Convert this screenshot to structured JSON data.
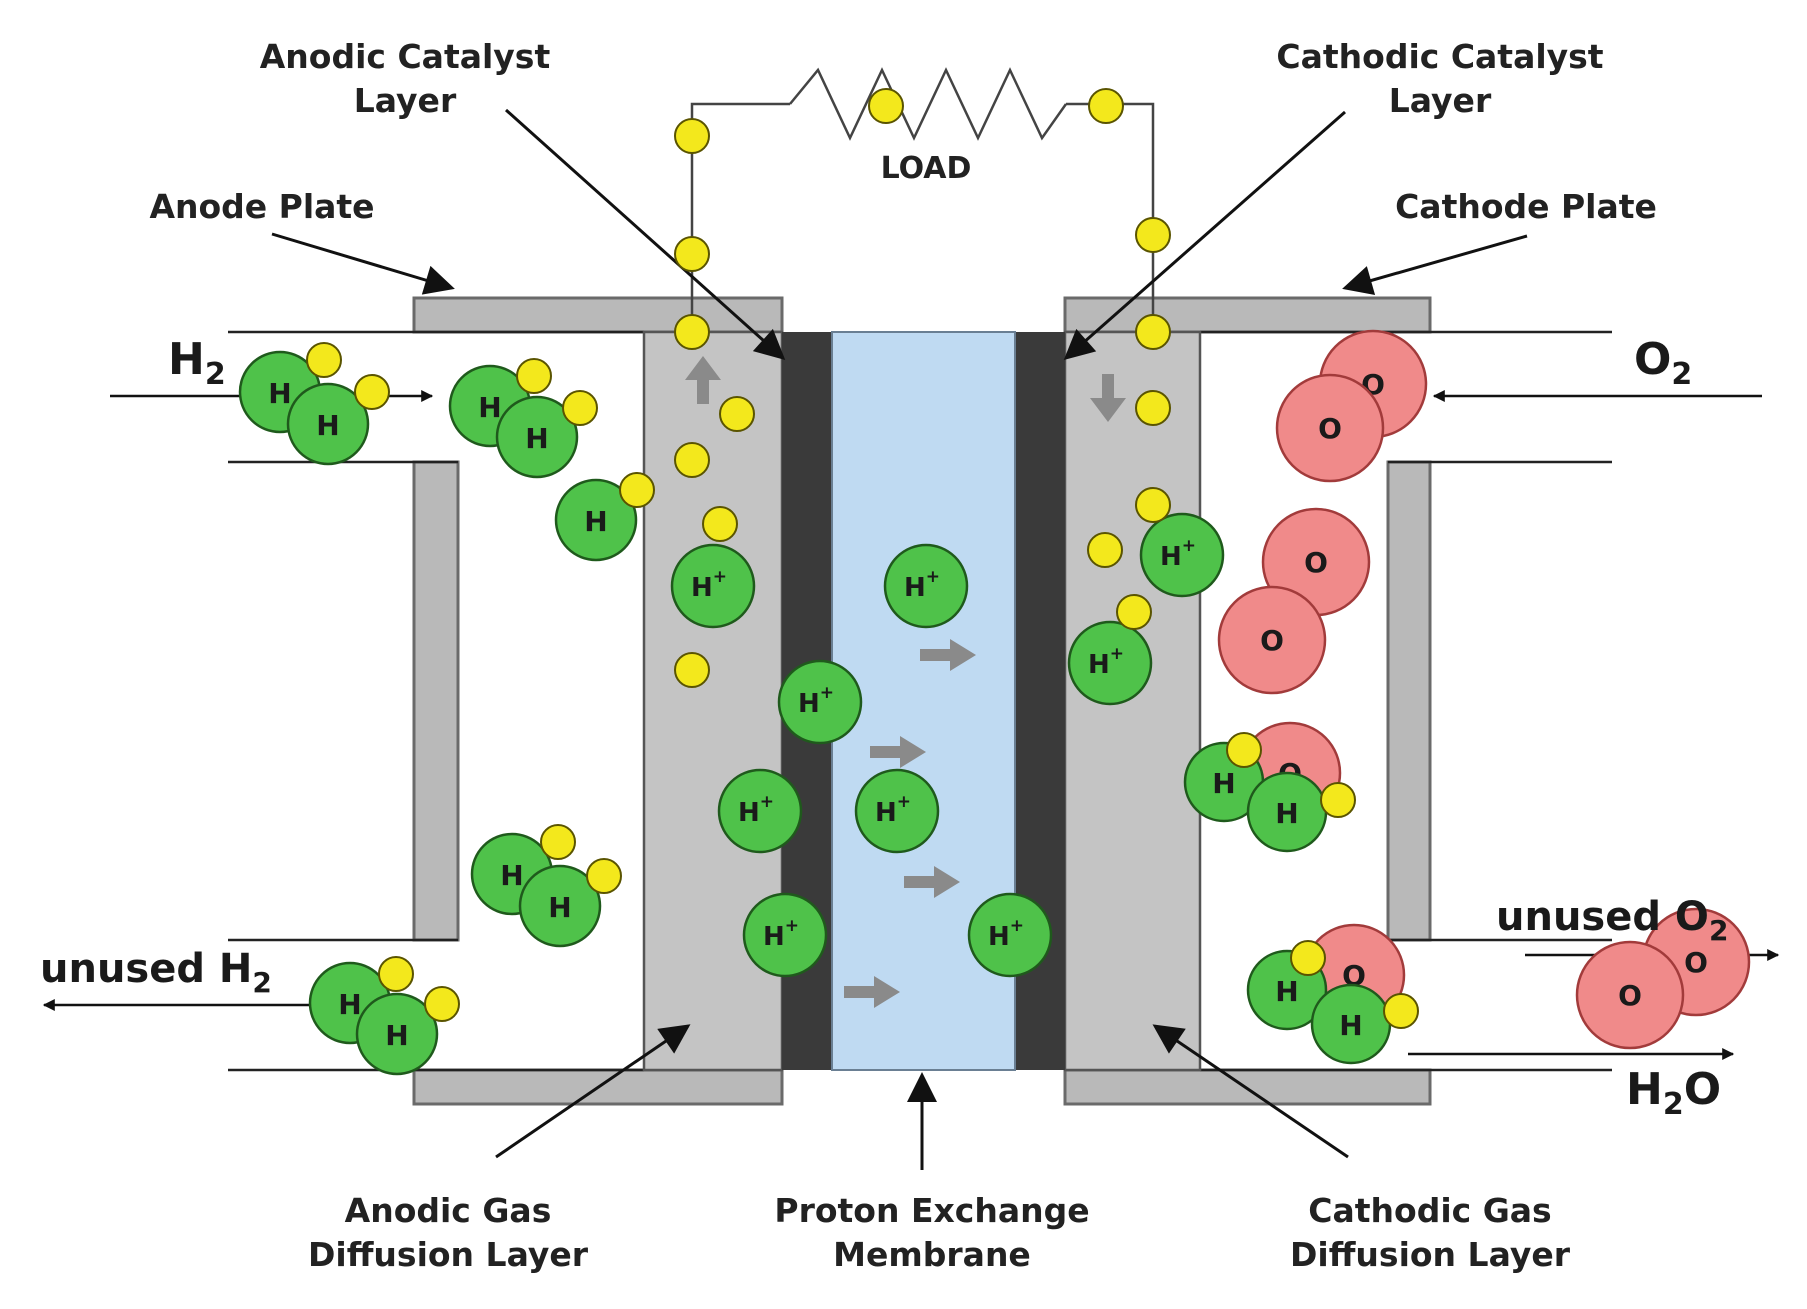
{
  "labels": {
    "anodic_catalyst_1": "Anodic Catalyst",
    "anodic_catalyst_2": "Layer",
    "cathodic_catalyst_1": "Cathodic Catalyst",
    "cathodic_catalyst_2": "Layer",
    "load": "LOAD",
    "anode_plate": "Anode Plate",
    "cathode_plate": "Cathode Plate",
    "anodic_gas_1": "Anodic Gas",
    "anodic_gas_2": "Diffusion Layer",
    "pem_1": "Proton Exchange",
    "pem_2": "Membrane",
    "cathodic_gas_1": "Cathodic Gas",
    "cathodic_gas_2": "Diffusion Layer"
  },
  "flows": {
    "h2_in": "H",
    "h2_in_sub": "2",
    "o2_in": "O",
    "o2_in_sub": "2",
    "unused_h2": "unused H",
    "unused_h2_sub": "2",
    "unused_o2": "unused O",
    "unused_o2_sub": "2",
    "h2o_a": "H",
    "h2o_sub": "2",
    "h2o_b": "O"
  },
  "atoms": {
    "hydrogen": "H",
    "proton": "H",
    "proton_sup": "+",
    "oxygen": "O"
  },
  "colors": {
    "plate": "#b9b9b9",
    "plate_edge": "#6a6a6a",
    "catalyst": "#3a3a3a",
    "membrane": "#bfdaf2",
    "hydrogen": "#4fc24a",
    "oxygen": "#f08a8a",
    "electron": "#f3e81c",
    "arrow_gray": "#8a8a8a"
  }
}
